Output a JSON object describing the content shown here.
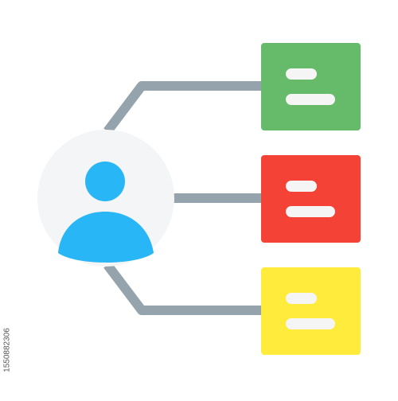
{
  "icon": {
    "name": "user-hierarchy-connection-icon",
    "colors": {
      "connector": "#95A3AD",
      "avatar_bg": "#F4F5F6",
      "person": "#29B6F6",
      "card_top": "#66BB6A",
      "card_middle": "#F44336",
      "card_bottom": "#FFEB3B",
      "card_bar": "#F5F5F5"
    },
    "cards": [
      {
        "name": "card-green",
        "icon": "text-lines-icon"
      },
      {
        "name": "card-red",
        "icon": "text-lines-icon"
      },
      {
        "name": "card-yellow",
        "icon": "text-lines-icon"
      }
    ]
  },
  "stock_id": "1550882306"
}
